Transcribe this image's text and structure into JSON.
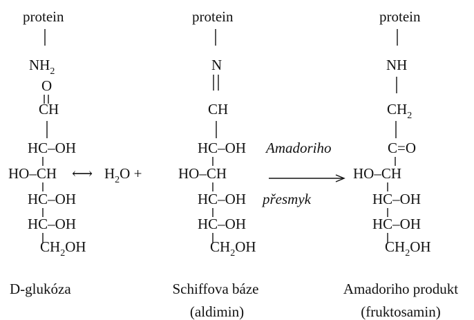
{
  "glucose": {
    "protein": "protein",
    "amine": "NH",
    "amine_sub": "2",
    "aldehyde_o": "O",
    "aldehyde_ch": "CH",
    "c2": "HC–OH",
    "c3": "HO–CH",
    "c4": "HC–OH",
    "c5": "HC–OH",
    "c6_a": "CH",
    "c6_sub": "2",
    "c6_b": "OH",
    "name": "D-glukóza"
  },
  "water_plus": {
    "arrow": "⟷",
    "h": "H",
    "sub": "2",
    "o": "O +"
  },
  "schiff": {
    "protein": "protein",
    "n": "N",
    "ch": "CH",
    "c2": "HC–OH",
    "c3": "HO–CH",
    "c4": "HC–OH",
    "c5": "HC–OH",
    "c6_a": "CH",
    "c6_sub": "2",
    "c6_b": "OH",
    "name": "Schiffova báze",
    "name2": "(aldimin)"
  },
  "rearrangement": {
    "label1": "Amadoriho",
    "label2": "přesmyk"
  },
  "amadori": {
    "protein": "protein",
    "nh": "NH",
    "ch2_a": "CH",
    "ch2_sub": "2",
    "co": "C=O",
    "c3": "HO–CH",
    "c4": "HC–OH",
    "c5": "HC–OH",
    "c6_a": "CH",
    "c6_sub": "2",
    "c6_b": "OH",
    "name": "Amadoriho produkt",
    "name2": "(fruktosamin)"
  }
}
